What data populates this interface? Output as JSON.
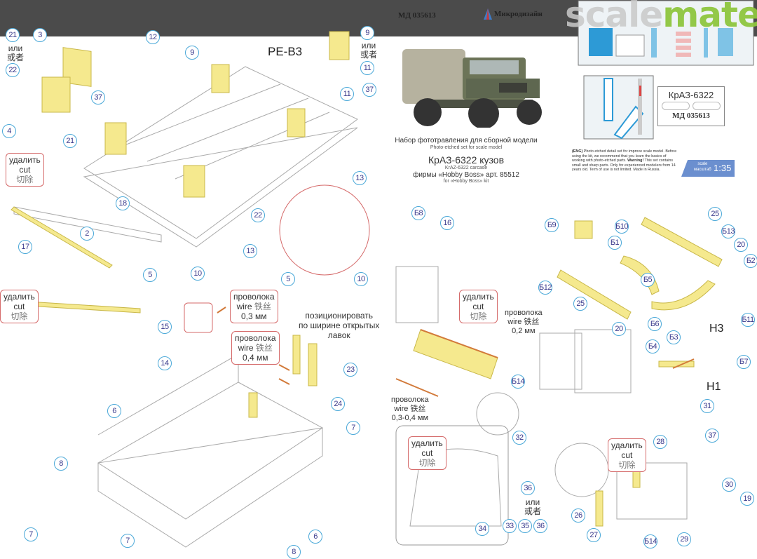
{
  "header": {
    "code": "МД 035613",
    "brand": "Микродизайн",
    "watermark_a": "scale",
    "watermark_b": "mates"
  },
  "title_block": {
    "line1": "Набор фототравления для сборной модели",
    "line2": "Photo-etched set for scale model",
    "title": "КрАЗ-6322 кузов",
    "title_en": "KrAZ-6322 carcase",
    "kit": "фирмы «Hobby Boss» арт. 85512",
    "kit_en": "for «Hobby Boss» kit"
  },
  "label_card": {
    "name": "КрАЗ-6322",
    "code": "МД 035613"
  },
  "eng_note": {
    "bold1": "(ENG)",
    "text1": " Photo etched detail set for improve scale model. Before using the kit, we recommend that you learn the basics of working with photo-etched parts.",
    "bold2": "Warning!",
    "text2": " This set contains small and sharp parts. Only for experienced modelers from 14 years old. Term of use is not limited. Made in Russia."
  },
  "scale": {
    "label_en": "scale",
    "label_ru": "масштаб",
    "value": "1:35"
  },
  "section_labels": {
    "pe": "PE-B3",
    "h3": "H3",
    "h1": "H1"
  },
  "cut": {
    "ru": "удалить",
    "en": "cut",
    "cn": "切除"
  },
  "or": {
    "ru": "или",
    "cn": "或者"
  },
  "wire": {
    "ru": "проволока",
    "en": "wire",
    "cn": "铁丝",
    "d03": "0,3 мм",
    "d04": "0,4 мм",
    "d02": "0,2 мм",
    "d0304": "0,3-0,4 мм"
  },
  "position_note": {
    "l1": "позиционировать",
    "l2": "по ширине открытых",
    "l3": "лавок"
  },
  "callouts": [
    "21",
    "3",
    "12",
    "22",
    "37",
    "4",
    "9",
    "9",
    "11",
    "37",
    "11",
    "21",
    "13",
    "18",
    "22",
    "2",
    "17",
    "13",
    "5",
    "10",
    "5",
    "10",
    "15",
    "14",
    "23",
    "24",
    "6",
    "7",
    "8",
    "7",
    "7",
    "8",
    "6",
    "Б8",
    "16",
    "Б9",
    "Б10",
    "25",
    "Б13",
    "Б1",
    "20",
    "Б2",
    "Б5",
    "Б12",
    "25",
    "Б6",
    "20",
    "Б11",
    "Б14",
    "Б3",
    "Б4",
    "Б7",
    "31",
    "37",
    "32",
    "28",
    "36",
    "30",
    "19",
    "26",
    "33",
    "35",
    "36",
    "34",
    "27",
    "Б14",
    "29"
  ]
}
